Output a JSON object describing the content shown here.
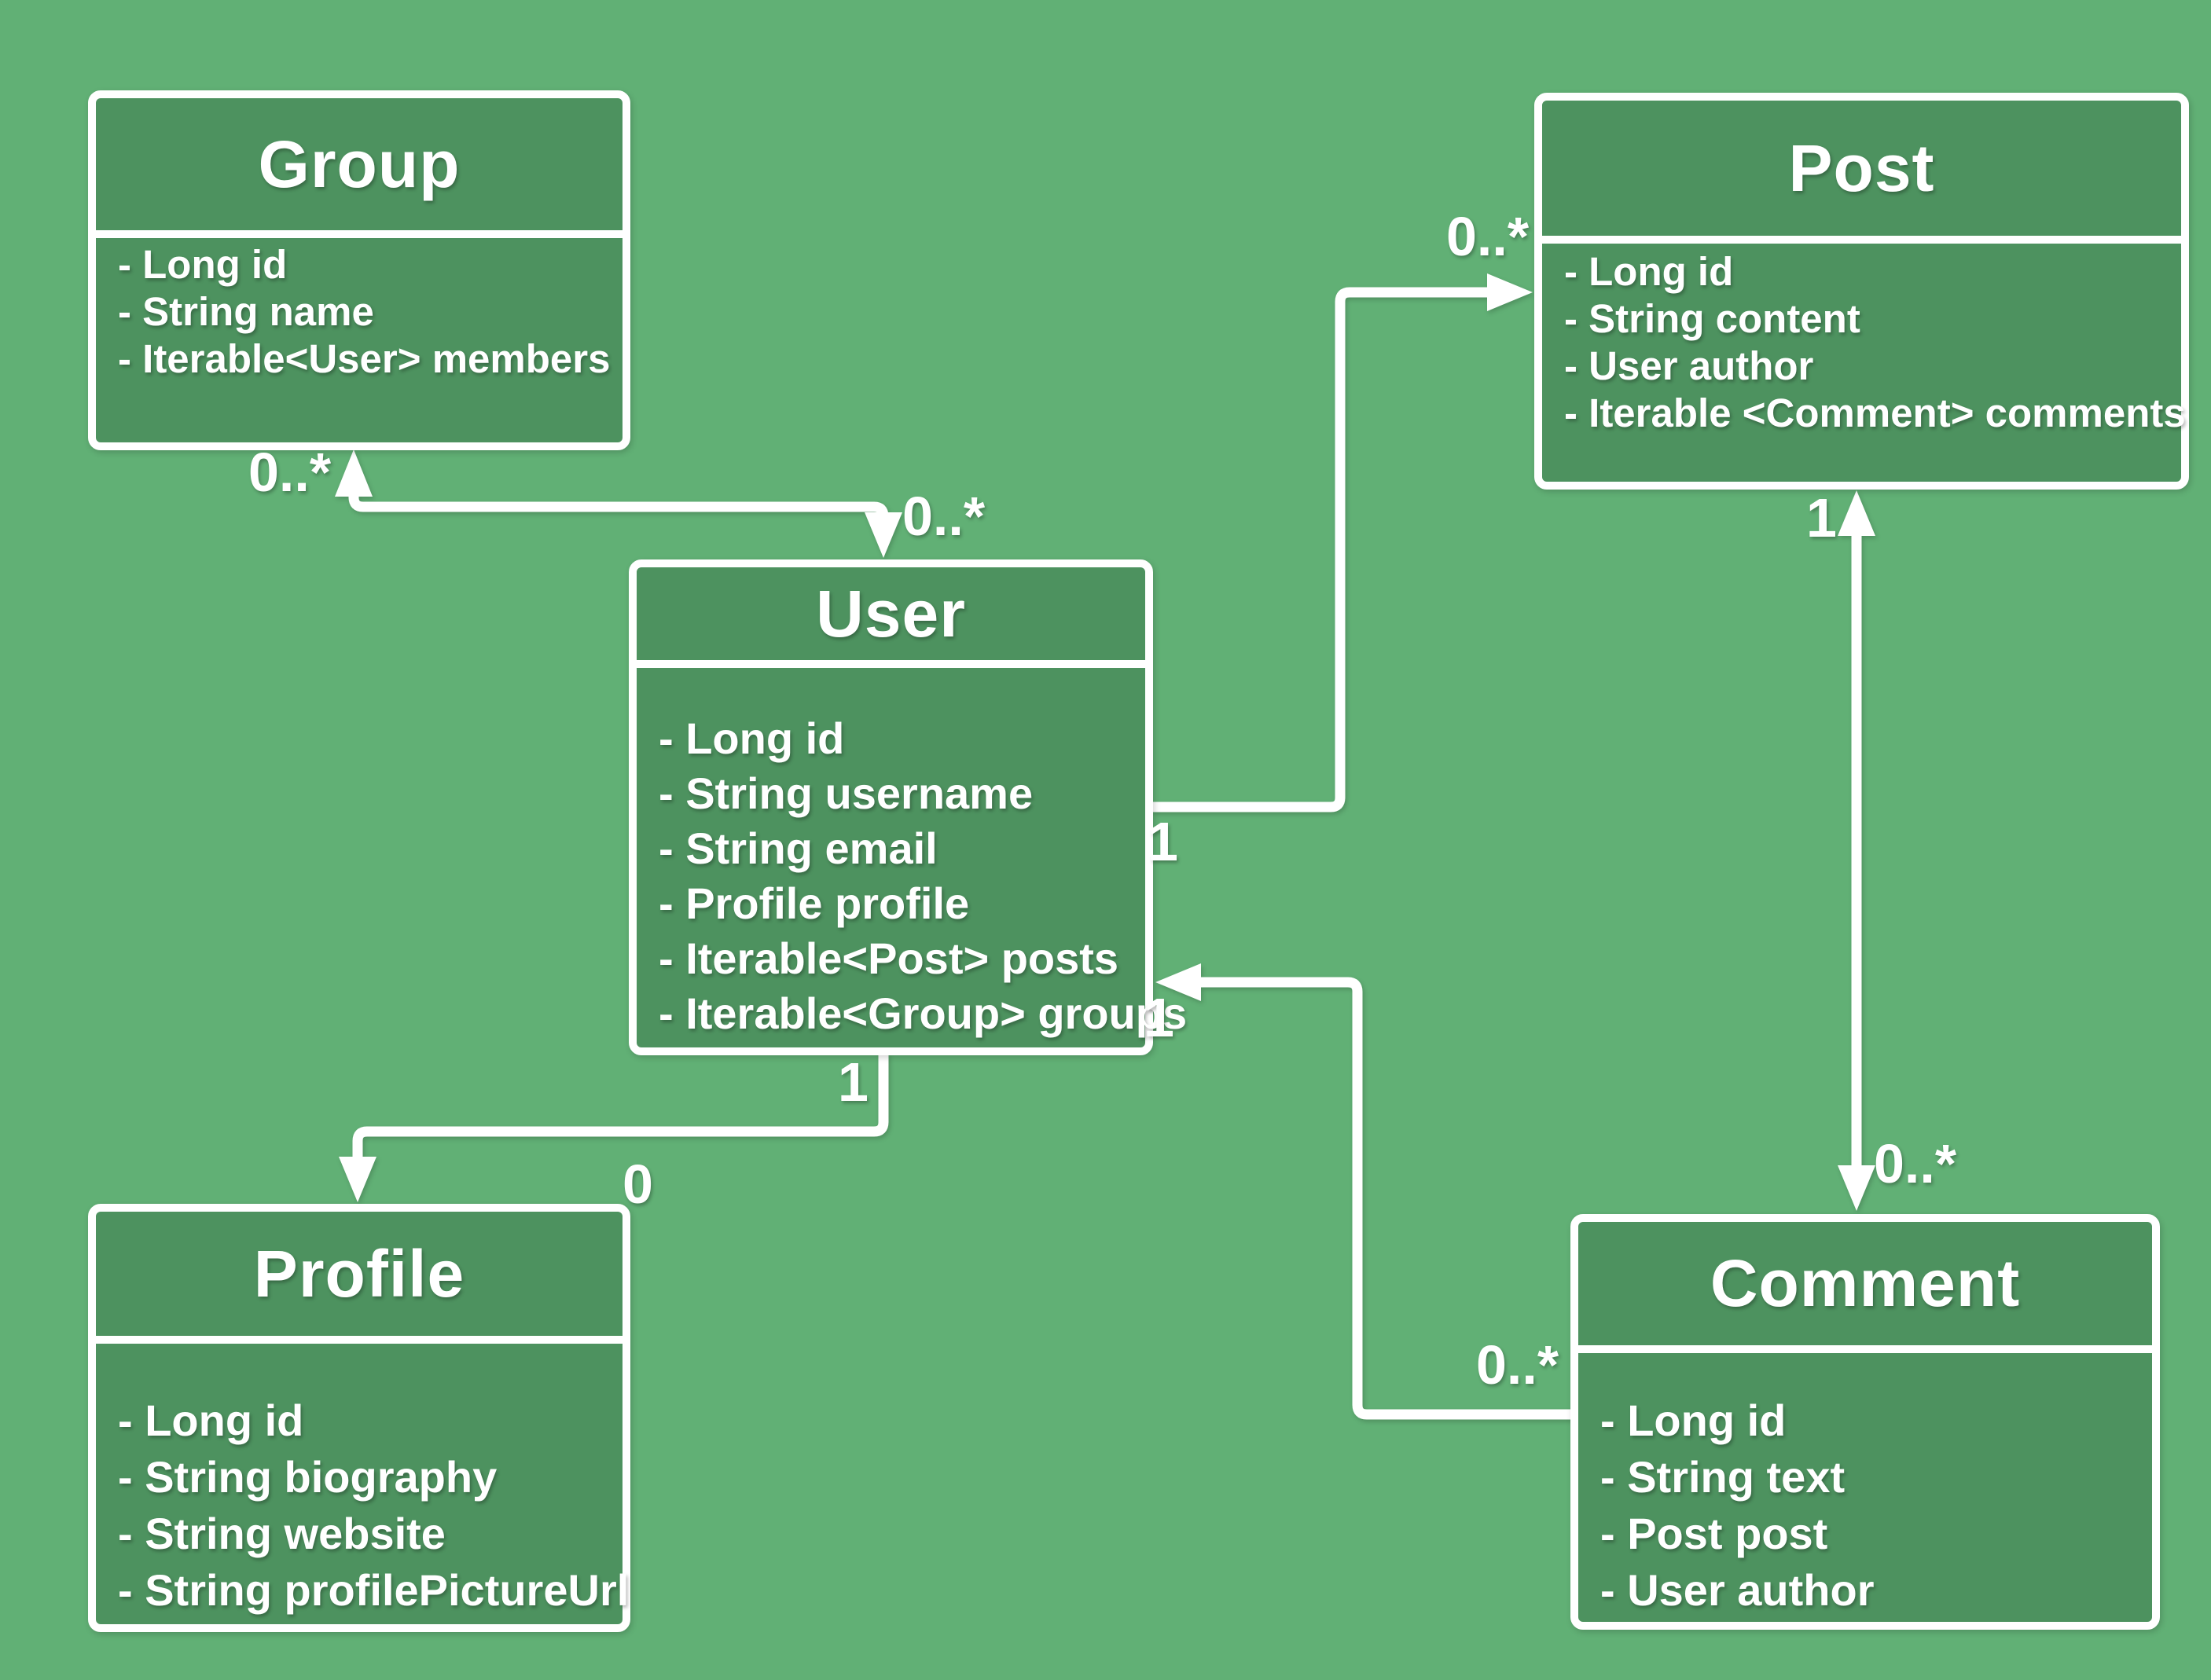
{
  "colors": {
    "background": "#61b075",
    "box_fill": "#4d925f",
    "line": "#ffffff",
    "text": "#ffffff"
  },
  "classes": {
    "group": {
      "title": "Group",
      "attributes": [
        "- Long id",
        "- String name",
        "- Iterable<User> members"
      ]
    },
    "post": {
      "title": "Post",
      "attributes": [
        "- Long id",
        "- String content",
        "- User author",
        "- Iterable <Comment> comments"
      ]
    },
    "user": {
      "title": "User",
      "attributes": [
        "- Long id",
        "- String username",
        "- String email",
        "- Profile profile",
        "- Iterable<Post> posts",
        "- Iterable<Group> groups"
      ]
    },
    "profile": {
      "title": "Profile",
      "attributes": [
        "- Long id",
        "- String biography",
        "- String website",
        "- String profilePictureUrl"
      ]
    },
    "comment": {
      "title": "Comment",
      "attributes": [
        "- Long id",
        "- String text",
        "- Post post",
        "- User author"
      ]
    }
  },
  "relationships": {
    "group_user": {
      "group_end": "0..*",
      "user_end": "0..*"
    },
    "user_post": {
      "user_end": "1",
      "post_end": "0..*"
    },
    "post_comment": {
      "post_end": "1",
      "comment_end": "0..*"
    },
    "user_comment": {
      "user_end": "1",
      "comment_end": "0..*"
    },
    "user_profile": {
      "user_end": "1",
      "profile_end": "0"
    }
  }
}
